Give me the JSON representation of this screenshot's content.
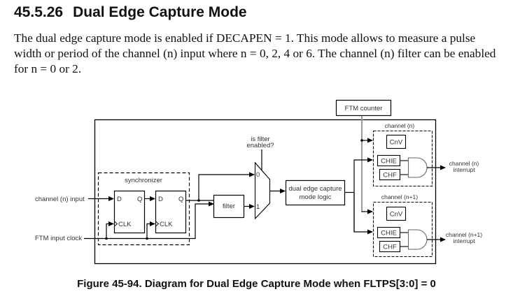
{
  "section": {
    "number": "45.5.26",
    "title": "Dual Edge Capture Mode",
    "paragraph": "The dual edge capture mode is enabled if DECAPEN = 1. This mode allows to measure a pulse width or period of the channel (n) input where n = 0, 2, 4 or 6. The channel (n) filter can be enabled for n = 0 or 2."
  },
  "diagram": {
    "inputs": {
      "channel_input": "channel (n) input",
      "clock_input": "FTM input clock"
    },
    "synchronizer": {
      "label": "synchronizer",
      "ff1": {
        "d": "D",
        "q": "Q",
        "clk": "CLK"
      },
      "ff2": {
        "d": "D",
        "q": "Q",
        "clk": "CLK"
      }
    },
    "filter_label": "filter",
    "mux": {
      "select_label_line1": "is filter",
      "select_label_line2": "enabled?",
      "input0": "0",
      "input1": "1"
    },
    "dual_edge_logic": {
      "line1": "dual edge capture",
      "line2": "mode logic"
    },
    "ftm_counter": "FTM counter",
    "channel_n": {
      "label": "channel (n)",
      "cnv": "CnV",
      "chie": "CHIE",
      "chf": "CHF",
      "interrupt_line1": "channel (n)",
      "interrupt_line2": "interrupt"
    },
    "channel_n1": {
      "label": "channel (n+1)",
      "cnv": "CnV",
      "chie": "CHIE",
      "chf": "CHF",
      "interrupt_line1": "channel (n+1)",
      "interrupt_line2": "interrupt"
    }
  },
  "caption": "Figure 45-94. Diagram for Dual Edge Capture Mode when FLTPS[3:0] = 0"
}
